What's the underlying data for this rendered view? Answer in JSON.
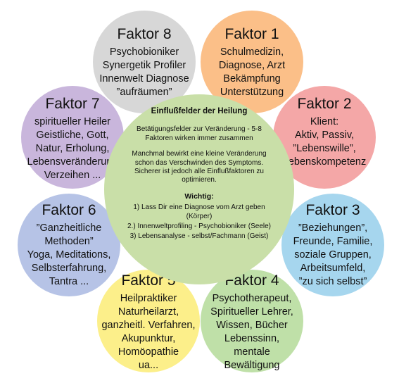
{
  "factors": {
    "f8": {
      "title": "Faktor 8",
      "lines": [
        "Psychobioniker",
        "Synergetik Profiler",
        "Innenwelt Diagnose",
        "”aufräumen”"
      ],
      "color": "#d7d7d7"
    },
    "f1": {
      "title": "Faktor 1",
      "lines": [
        "Schulmedizin,",
        "Diagnose, Arzt",
        "Bekämpfung",
        "Unterstützung"
      ],
      "color": "#fbbf88"
    },
    "f7": {
      "title": "Faktor 7",
      "lines": [
        "spiritueller Heiler",
        "Geistliche, Gott,",
        "Natur, Erholung,",
        "Lebensveränderung",
        "Verzeihen ..."
      ],
      "color": "#c9b6dc"
    },
    "f2": {
      "title": "Faktor 2",
      "lines": [
        "Klient:",
        "Aktiv, Passiv,",
        "”Lebenswille”,",
        "Lebenskompetenz"
      ],
      "color": "#f4a7a7"
    },
    "f6": {
      "title": "Faktor 6",
      "lines": [
        "”Ganzheitliche",
        "Methoden”",
        "Yoga, Meditations,",
        "Selbsterfahrung,",
        "Tantra ..."
      ],
      "color": "#b6c3e6"
    },
    "f3": {
      "title": "Faktor 3",
      "lines": [
        "”Beziehungen”,",
        "Freunde, Familie,",
        "soziale Gruppen,",
        "Arbeitsumfeld,",
        "”zu sich selbst”"
      ],
      "color": "#a6d6ee"
    },
    "f5": {
      "title": "Faktor 5",
      "lines": [
        "Heilpraktiker",
        "Naturheilarzt,",
        "ganzheitl. Verfahren,",
        "Akupunktur,",
        "Homöopathie",
        "ua..."
      ],
      "color": "#fcef8a"
    },
    "f4": {
      "title": "Faktor 4",
      "lines": [
        "Psychotherapeut,",
        "Spiritueller Lehrer,",
        "Wissen, Bücher",
        "Lebenssinn,",
        "mentale",
        "Bewältigung"
      ],
      "color": "#bfe0a8"
    }
  },
  "center": {
    "title": "Einflußfelder der Heilung",
    "p1": "Betätigungsfelder zur Veränderung - 5-8 Faktoren wirken immer zusammen",
    "p2": "Manchmal bewirkt eine kleine Veränderung schon das Verschwinden des Symptoms. Sicherer ist jedoch alle Einflußfaktoren zu optimieren.",
    "important_title": "Wichtig:",
    "item1": "1) Lass  Dir eine Diagnose vom Arzt geben (Körper)",
    "item2": "2.) Innenweltprofiling - Psychobioniker (Seele)",
    "item3": "3) Lebensanalyse - selbst/Fachmann (Geist)",
    "color": "#c9dfa8"
  }
}
